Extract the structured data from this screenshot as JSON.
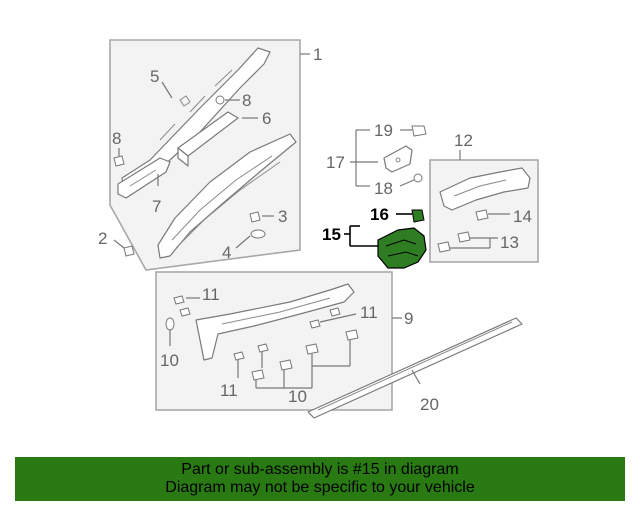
{
  "diagram": {
    "callouts": {
      "c1": "1",
      "c2": "2",
      "c3": "3",
      "c4": "4",
      "c5": "5",
      "c6": "6",
      "c7": "7",
      "c8a": "8",
      "c8b": "8",
      "c9": "9",
      "c10a": "10",
      "c10b": "10",
      "c11a": "11",
      "c11b": "11",
      "c11c": "11",
      "c12": "12",
      "c13": "13",
      "c14": "14",
      "c15": "15",
      "c16": "16",
      "c17": "17",
      "c18": "18",
      "c19": "19",
      "c20": "20"
    },
    "highlighted_part": "15",
    "highlight_color": "#2e7d22"
  },
  "banner": {
    "line1": "Part or sub-assembly is #15 in diagram",
    "line2": "Diagram may not be specific to your vehicle",
    "background": "#2a7a14"
  }
}
